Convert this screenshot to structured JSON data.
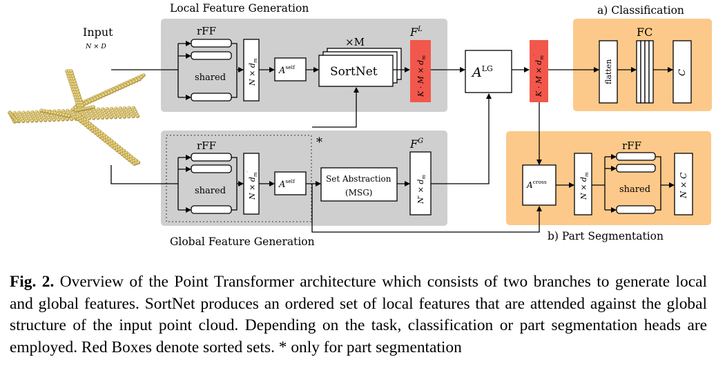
{
  "diagram": {
    "local_title": "Local Feature Generation",
    "global_title": "Global Feature Generation",
    "input_label": "Input",
    "input_dim": "N × D",
    "rff_label": "rFF",
    "shared_label": "shared",
    "nd_label": "N × d",
    "nd_sub": "m",
    "nd_prime_sub": "m",
    "nd_prime_sup": "′",
    "aself_main": "A",
    "aself_sup": "self",
    "sortnet_label": "SortNet",
    "times_m": "×M",
    "fl_label": "F",
    "fl_sup": "L",
    "fg_label": "F",
    "fg_sup": "G",
    "kmd_label": "K · M × d",
    "kmd_sub": "m",
    "kmd_prime_label": "K · M × d",
    "kmd_prime_sub": "m",
    "kmd_prime_sup": "′",
    "alg_main": "A",
    "alg_sup": "LG",
    "set_abs_line1": "Set Abstraction",
    "set_abs_line2": "(MSG)",
    "nprime_label": "N′ × d",
    "nprime_sub": "m",
    "asterisk": "*",
    "classification_title": "a) Classification",
    "fc_label": "FC",
    "flatten_label": "flatten",
    "c_label": "C",
    "segmentation_title": "b) Part Segmentation",
    "across_main": "A",
    "across_sup": "cross",
    "nc_label": "N × C",
    "colors": {
      "gray_panel": "#cfcfcf",
      "orange_panel": "#fcc98a",
      "red_box": "#f2574b",
      "point_cloud": "#d8bf63"
    }
  },
  "caption": {
    "bold": "Fig. 2.",
    "text": " Overview of the Point Transformer architecture which consists of two branches to generate local and global features. SortNet produces an ordered set of local features that are attended against the global structure of the input point cloud. Depending on the task, classification or part segmentation heads are employed. Red Boxes denote sorted sets. * only for part segmentation"
  }
}
